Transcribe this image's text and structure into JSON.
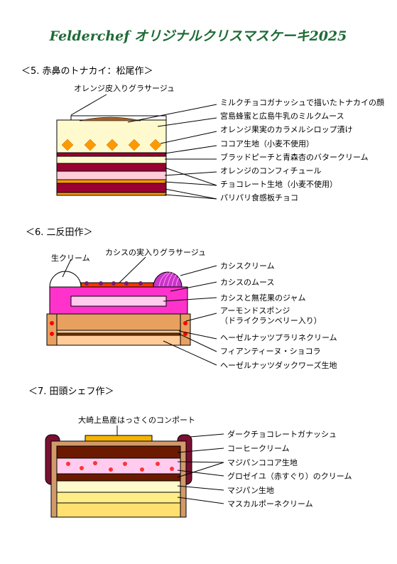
{
  "title": {
    "brand": "Felderchef",
    "rest": " オリジナルクリスマスケーキ2025",
    "color": "#1e6b36"
  },
  "sections": [
    {
      "heading": "＜5. 赤鼻のトナカイ：松尾作＞",
      "top_label": "オレンジ皮入りグラサージュ",
      "labels": [
        "ミルクチョコガナッシュで描いたトナカイの顔",
        "宮島蜂蜜と広島牛乳のミルクムース",
        "オレンジ果実のカラメルシロップ漬け",
        "ココア生地（小麦不使用）",
        "ブラッドピーチと青森杏のバタークリーム",
        "オレンジのコンフィチュール",
        "チョコレート生地（小麦不使用）",
        "パリパリ食感板チョコ"
      ]
    },
    {
      "heading": "＜6. 二反田作＞",
      "top_labels": [
        "生クリーム",
        "カシスの実入りグラサージュ"
      ],
      "labels": [
        "カシスクリーム",
        "カシスのムース",
        "カシスと無花果のジャム",
        "アーモンドスポンジ",
        "（ドライクランベリー入り）",
        "ヘーゼルナッツプラリネクリーム",
        "フィアンティーヌ・ショコラ",
        "ヘーゼルナッツダックワーズ生地"
      ]
    },
    {
      "heading": "＜7. 田頭シェフ作＞",
      "top_label": "大崎上島産はっさくのコンポート",
      "labels": [
        "ダークチョコレートガナッシュ",
        "コーヒークリーム",
        "マジパンココア生地",
        "グロゼイユ（赤すぐり）のクリーム",
        "マジパン生地",
        "マスカルポーネクリーム"
      ]
    }
  ],
  "colors": {
    "cream": "#fffacd",
    "orange": "#ff9900",
    "maroon": "#990033",
    "pink": "#ffccd9",
    "magenta": "#ff33cc",
    "cassis_red": "#ff3300",
    "tan": "#e8a060",
    "peach": "#ffcc99",
    "dark_brown": "#6b1a00",
    "burgundy": "#7a1030",
    "gold": "#f5b400",
    "yellow": "#ffee88",
    "dot_red": "#ff3333"
  }
}
